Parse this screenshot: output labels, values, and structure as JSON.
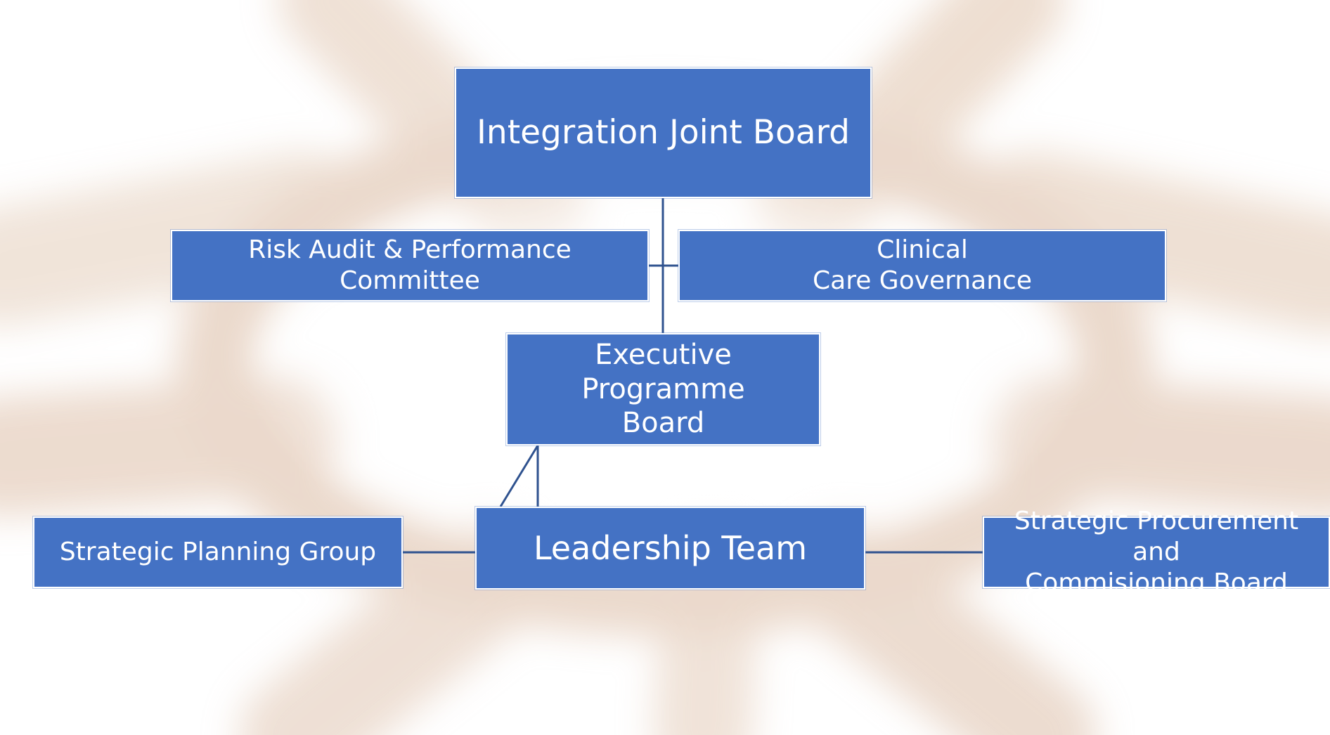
{
  "diagram": {
    "nodes": {
      "integration_joint_board": "Integration Joint Board",
      "risk_audit_committee": "Risk Audit & Performance Committee",
      "clinical_care_governance": "Clinical\nCare Governance",
      "executive_programme_board": "Executive Programme\nBoard",
      "leadership_team": "Leadership Team",
      "strategic_planning_group": "Strategic Planning Group",
      "strategic_procurement_board": "Strategic Procurement and\nCommisioning  Board"
    },
    "edges": [
      {
        "from": "integration_joint_board",
        "to": "executive_programme_board"
      },
      {
        "from": "risk_audit_committee",
        "to": "clinical_care_governance"
      },
      {
        "from": "executive_programme_board",
        "to": "leadership_team"
      },
      {
        "from": "strategic_planning_group",
        "to": "leadership_team"
      },
      {
        "from": "leadership_team",
        "to": "strategic_procurement_board"
      }
    ],
    "colors": {
      "node_fill": "#4472c4",
      "node_text": "#ffffff",
      "connector": "#2f528f"
    }
  }
}
